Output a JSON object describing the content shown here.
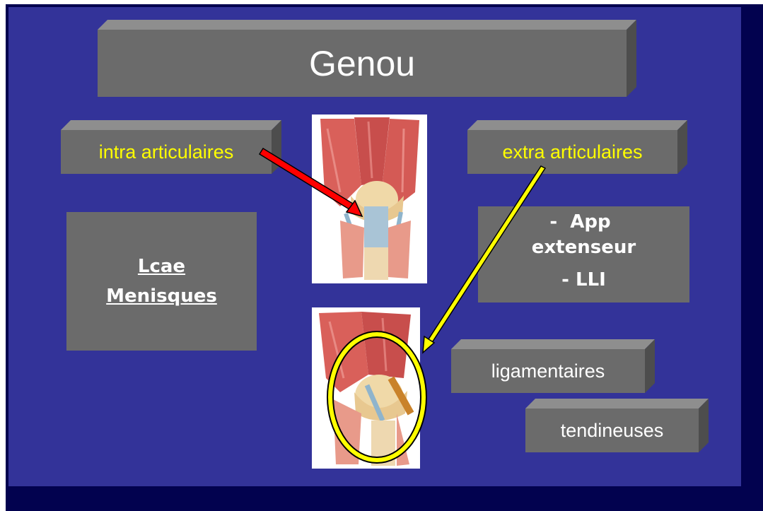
{
  "slide": {
    "title": "Genou",
    "intra_label": "intra articulaires",
    "extra_label": "extra articulaires",
    "intra_box": {
      "line1": "Lcae",
      "line2": "Menisques"
    },
    "extra_box": {
      "line1": "-  App",
      "line2": "extenseur",
      "line3": "- LLI"
    },
    "ligament_label": "ligamentaires",
    "tendon_label": "tendineuses"
  },
  "images": {
    "knee_front": "knee-anatomy-front-illustration",
    "knee_side": "knee-anatomy-side-illustration"
  },
  "colors": {
    "background": "#333399",
    "frame": "#02024f",
    "box": "#6b6b6b",
    "accent_yellow": "#ffff00",
    "arrow_red": "#ff0000"
  }
}
